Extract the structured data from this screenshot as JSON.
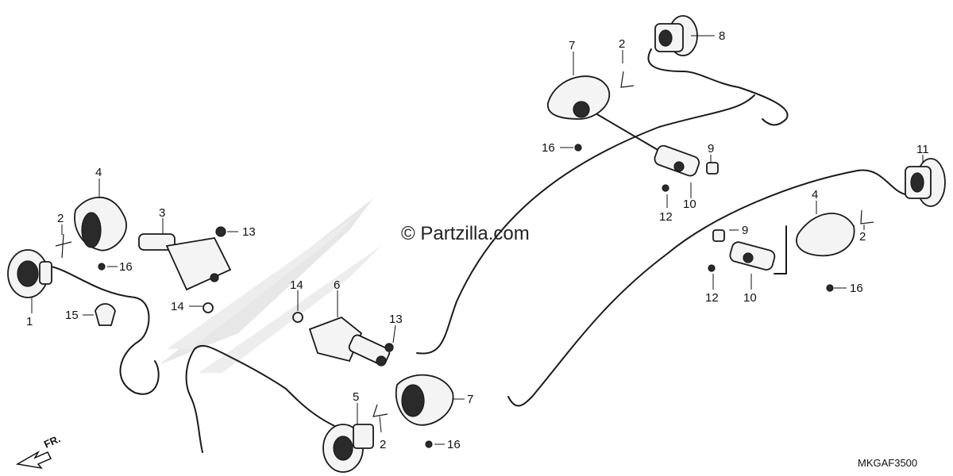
{
  "watermark": "© Partzilla.com",
  "diagram_code": "MKGAF3500",
  "direction_label": "FR.",
  "callouts": {
    "c1": "1",
    "c2a": "2",
    "c2b": "2",
    "c2c": "2",
    "c2d": "2",
    "c3": "3",
    "c4a": "4",
    "c4b": "4",
    "c5": "5",
    "c6": "6",
    "c7a": "7",
    "c7b": "7",
    "c8": "8",
    "c9a": "9",
    "c9b": "9",
    "c10a": "10",
    "c10b": "10",
    "c11": "11",
    "c12a": "12",
    "c12b": "12",
    "c13a": "13",
    "c13b": "13",
    "c14a": "14",
    "c14b": "14",
    "c15": "15",
    "c16a": "16",
    "c16b": "16",
    "c16c": "16",
    "c16d": "16"
  }
}
